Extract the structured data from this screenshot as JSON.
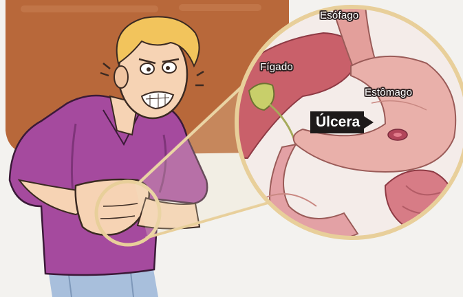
{
  "labels": {
    "esofago": "Esófago",
    "figado": "Fígado",
    "estomago": "Estômago",
    "ulcera": "Úlcera"
  },
  "colors": {
    "panel": "#b8683a",
    "shirt": "#a54a9e",
    "skin": "#f6d3b4",
    "organ": "#e4a49a",
    "stomach": "#e9b0aa",
    "lens_ring": "#e8cf9a",
    "ulcer_tag": "#1e1a1a"
  },
  "icons": [
    "pain-character",
    "magnifier-lens",
    "stomach-organ",
    "liver-organ",
    "gallbladder-organ",
    "intestine-organ",
    "ulcer-lesion"
  ]
}
